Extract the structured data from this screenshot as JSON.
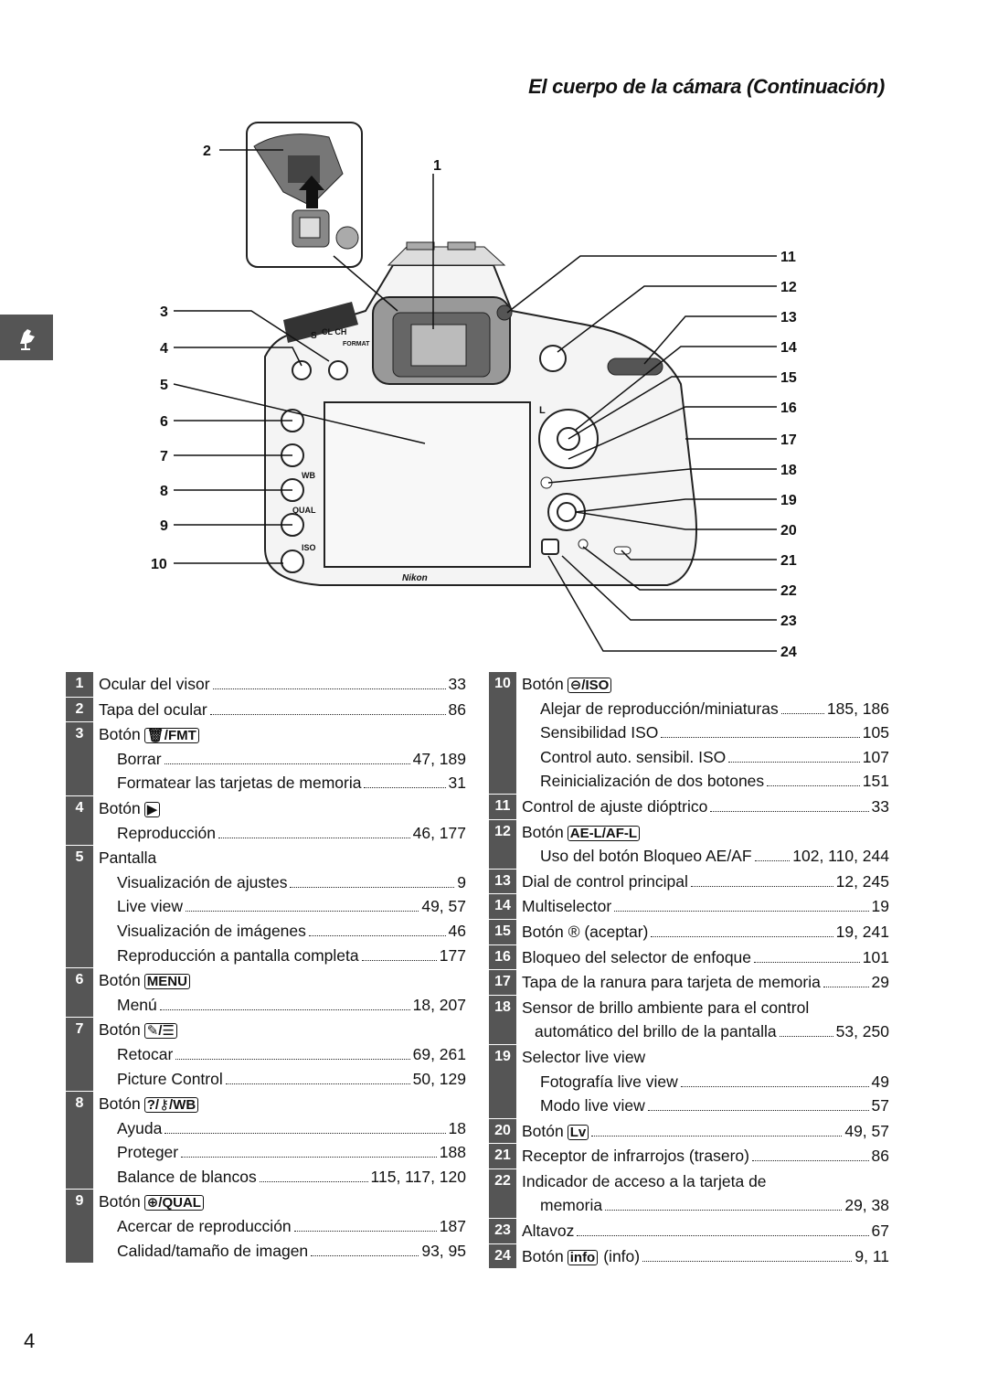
{
  "header": {
    "title": "El cuerpo de la cámara (Continuación)"
  },
  "page_number": "4",
  "callouts": [
    "1",
    "2",
    "3",
    "4",
    "5",
    "6",
    "7",
    "8",
    "9",
    "10",
    "11",
    "12",
    "13",
    "14",
    "15",
    "16",
    "17",
    "18",
    "19",
    "20",
    "21",
    "22",
    "23",
    "24"
  ],
  "camera_labels": {
    "brand": "Nikon",
    "wb": "WB",
    "qual": "QUAL",
    "iso": "ISO",
    "format": "FORMAT",
    "l": "L",
    "s": "S",
    "c": "CL CH"
  },
  "left": [
    {
      "num": "1",
      "lines": [
        {
          "text": "Ocular del visor",
          "page": "33"
        }
      ]
    },
    {
      "num": "2",
      "lines": [
        {
          "text": "Tapa del ocular",
          "page": "86"
        }
      ]
    },
    {
      "num": "3",
      "lines": [
        {
          "text": "Botón",
          "icon": "🗑/FMT"
        },
        {
          "text": "Borrar",
          "page": "47, 189",
          "sub": true
        },
        {
          "text": "Formatear las tarjetas de memoria",
          "page": "31",
          "sub": true
        }
      ]
    },
    {
      "num": "4",
      "lines": [
        {
          "text": "Botón",
          "icon": "▶"
        },
        {
          "text": "Reproducción",
          "page": "46, 177",
          "sub": true
        }
      ]
    },
    {
      "num": "5",
      "lines": [
        {
          "text": "Pantalla"
        },
        {
          "text": "Visualización de ajustes",
          "page": "9",
          "sub": true
        },
        {
          "text": "Live view",
          "page": "49, 57",
          "sub": true
        },
        {
          "text": "Visualización de imágenes",
          "page": "46",
          "sub": true
        },
        {
          "text": "Reproducción a pantalla completa",
          "page": "177",
          "sub": true
        }
      ]
    },
    {
      "num": "6",
      "lines": [
        {
          "text": "Botón",
          "icon": "MENU"
        },
        {
          "text": "Menú",
          "page": "18, 207",
          "sub": true
        }
      ]
    },
    {
      "num": "7",
      "lines": [
        {
          "text": "Botón",
          "icon": "✎/☰"
        },
        {
          "text": "Retocar",
          "page": "69, 261",
          "sub": true
        },
        {
          "text": "Picture Control",
          "page": "50, 129",
          "sub": true
        }
      ]
    },
    {
      "num": "8",
      "lines": [
        {
          "text": "Botón",
          "icon": "?/⚷/WB"
        },
        {
          "text": "Ayuda",
          "page": "18",
          "sub": true
        },
        {
          "text": "Proteger",
          "page": "188",
          "sub": true
        },
        {
          "text": "Balance de blancos",
          "page": "115, 117, 120",
          "sub": true
        }
      ]
    },
    {
      "num": "9",
      "lines": [
        {
          "text": "Botón",
          "icon": "⊕/QUAL"
        },
        {
          "text": "Acercar de reproducción",
          "page": "187",
          "sub": true
        },
        {
          "text": "Calidad/tamaño de imagen",
          "page": "93, 95",
          "sub": true
        }
      ]
    }
  ],
  "right": [
    {
      "num": "10",
      "lines": [
        {
          "text": "Botón",
          "icon": "⊖/ISO"
        },
        {
          "text": "Alejar de reproducción/miniaturas",
          "page": "185, 186",
          "sub": true
        },
        {
          "text": "Sensibilidad ISO",
          "page": "105",
          "sub": true
        },
        {
          "text": "Control auto. sensibil. ISO",
          "page": "107",
          "sub": true
        },
        {
          "text": "Reinicialización de dos botones",
          "page": "151",
          "sub": true
        }
      ]
    },
    {
      "num": "11",
      "lines": [
        {
          "text": "Control de ajuste dióptrico",
          "page": "33"
        }
      ]
    },
    {
      "num": "12",
      "lines": [
        {
          "text": "Botón",
          "icon": "AE-L/AF-L"
        },
        {
          "text": "Uso del botón Bloqueo AE/AF",
          "page": "102, 110, 244",
          "sub": true
        }
      ]
    },
    {
      "num": "13",
      "lines": [
        {
          "text": "Dial de control principal",
          "page": "12, 245"
        }
      ]
    },
    {
      "num": "14",
      "lines": [
        {
          "text": "Multiselector",
          "page": "19"
        }
      ]
    },
    {
      "num": "15",
      "lines": [
        {
          "text": "Botón ® (aceptar)",
          "page": "19, 241"
        }
      ]
    },
    {
      "num": "16",
      "lines": [
        {
          "text": "Bloqueo del selector de enfoque",
          "page": "101"
        }
      ]
    },
    {
      "num": "17",
      "lines": [
        {
          "text": "Tapa de la ranura para tarjeta de memoria",
          "page": "29"
        }
      ]
    },
    {
      "num": "18",
      "lines": [
        {
          "text": "Sensor de brillo ambiente para el control"
        },
        {
          "text": "automático del brillo de la pantalla",
          "page": "53, 250",
          "half": true
        }
      ]
    },
    {
      "num": "19",
      "lines": [
        {
          "text": "Selector live view"
        },
        {
          "text": "Fotografía live view",
          "page": "49",
          "sub": true
        },
        {
          "text": "Modo live view",
          "page": "57",
          "sub": true
        }
      ]
    },
    {
      "num": "20",
      "lines": [
        {
          "text": "Botón",
          "icon": "Lv",
          "page": "49, 57"
        }
      ]
    },
    {
      "num": "21",
      "lines": [
        {
          "text": "Receptor de infrarrojos (trasero)",
          "page": "86"
        }
      ]
    },
    {
      "num": "22",
      "lines": [
        {
          "text": "Indicador de acceso a la tarjeta de"
        },
        {
          "text": "memoria",
          "page": "29, 38",
          "sub": true
        }
      ]
    },
    {
      "num": "23",
      "lines": [
        {
          "text": "Altavoz",
          "page": "67"
        }
      ]
    },
    {
      "num": "24",
      "lines": [
        {
          "text": "Botón",
          "icon": "info",
          "text2": "(info)",
          "page": "9, 11"
        }
      ]
    }
  ]
}
